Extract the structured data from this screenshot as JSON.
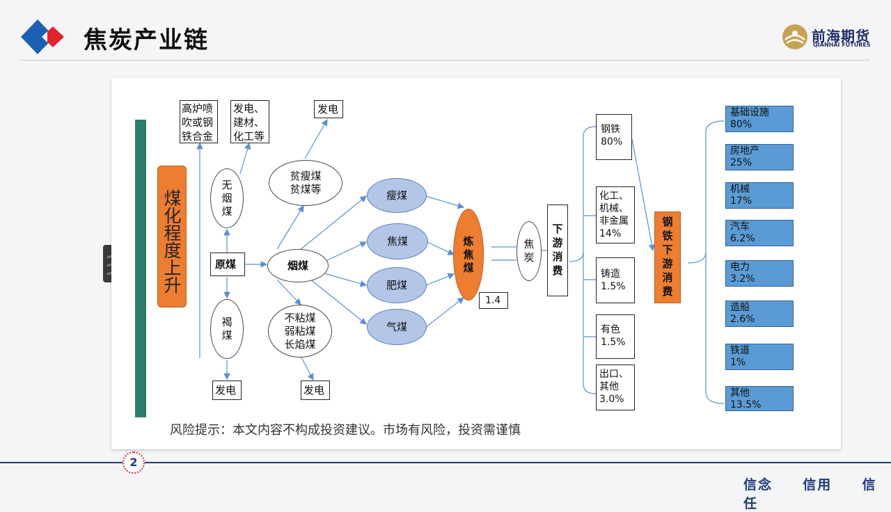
{
  "header": {
    "title": "焦炭产业链",
    "logo_cn": "前海期货",
    "logo_en": "QIANHAI FUTURES"
  },
  "left_arrow_label": "煤化程度上升",
  "nodes": {
    "gaolu": "高炉喷吹或钢铁合金",
    "fadian_jiancai": "发电、建材、化工等",
    "fadian_top": "发电",
    "wuyanmei": "无烟煤",
    "pinshoumei": "贫瘦煤 贫煤等",
    "yuanmei": "原煤",
    "yanmei": "烟煤",
    "hemei": "褐煤",
    "bunianmei": "不粘煤 弱粘煤 长焰煤",
    "fadian_bottom_left": "发电",
    "fadian_bottom_mid": "发电",
    "shoumei": "瘦煤",
    "jiaomei": "焦煤",
    "feimei": "肥煤",
    "qimei": "气煤",
    "lianjiaomei": "炼焦煤",
    "ratio": "1.4",
    "jiaotan": "焦炭",
    "xiayou": "下游消费",
    "gangtie_xiayou": "钢铁下游消费"
  },
  "consumption": [
    {
      "name": "钢铁",
      "pct": "80%"
    },
    {
      "name": "化工、机械、非金属",
      "pct": "14%"
    },
    {
      "name": "铸造",
      "pct": "1.5%"
    },
    {
      "name": "有色",
      "pct": "1.5%"
    },
    {
      "name": "出口、其他",
      "pct": "3.0%"
    }
  ],
  "steel_downstream": [
    {
      "name": "基础设施",
      "pct": "80%"
    },
    {
      "name": "房地产",
      "pct": "25%"
    },
    {
      "name": "机械",
      "pct": "17%"
    },
    {
      "name": "汽车",
      "pct": "6.2%"
    },
    {
      "name": "电力",
      "pct": "3.2%"
    },
    {
      "name": "造船",
      "pct": "2.6%"
    },
    {
      "name": "铁道",
      "pct": "1%"
    },
    {
      "name": "其他",
      "pct": "13.5%"
    }
  ],
  "risk_notice": "风险提示：本文内容不构成投资建议。市场有风险，投资需谨慎",
  "page_number": "2",
  "slogan": [
    "信念",
    "信用",
    "信任"
  ],
  "colors": {
    "orange": "#ed7d31",
    "teal": "#2e7d6b",
    "blue": "#5b9bd5",
    "light_blue": "#b4c6e7",
    "navy": "#1f3a7a",
    "red": "#e0242e"
  }
}
